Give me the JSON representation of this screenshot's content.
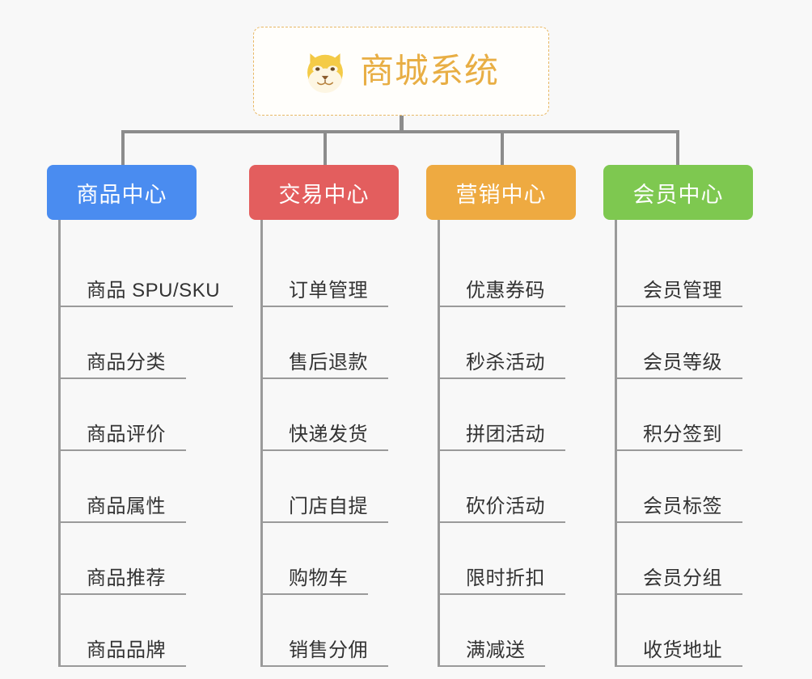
{
  "diagram": {
    "type": "org-tree",
    "background_color": "#f8f8f8",
    "root": {
      "title": "商城系统",
      "icon": "shiba-dog-face-icon",
      "text_color": "#e8ae44",
      "border_color": "#e8b864",
      "border_style": "dashed",
      "background_color": "#fffefb"
    },
    "connector_color": "#8c8c8c",
    "item_line_color": "#9a9a9a",
    "item_text_color": "#333333",
    "branches": [
      {
        "label": "商品中心",
        "color": "#4a8cf0",
        "items": [
          "商品 SPU/SKU",
          "商品分类",
          "商品评价",
          "商品属性",
          "商品推荐",
          "商品品牌"
        ]
      },
      {
        "label": "交易中心",
        "color": "#e35e5e",
        "items": [
          "订单管理",
          "售后退款",
          "快递发货",
          "门店自提",
          "购物车",
          "销售分佣"
        ]
      },
      {
        "label": "营销中心",
        "color": "#eeaa41",
        "items": [
          "优惠券码",
          "秒杀活动",
          "拼团活动",
          "砍价活动",
          "限时折扣",
          "满减送"
        ]
      },
      {
        "label": "会员中心",
        "color": "#7ec850",
        "items": [
          "会员管理",
          "会员等级",
          "积分签到",
          "会员标签",
          "会员分组",
          "收货地址"
        ]
      }
    ]
  }
}
